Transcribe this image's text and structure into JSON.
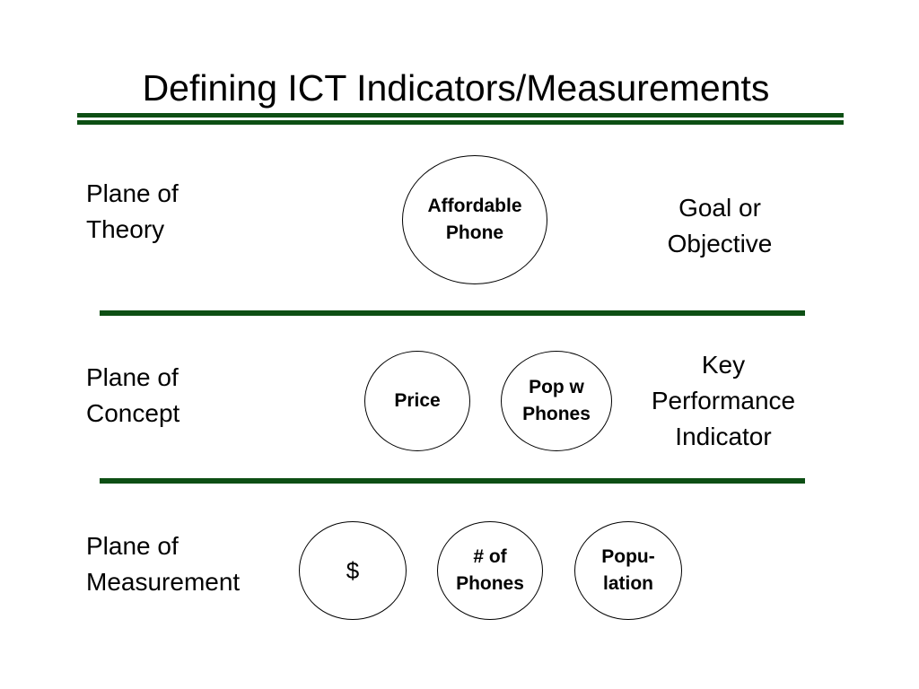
{
  "title": "Defining ICT Indicators/Measurements",
  "planes": {
    "theory": "Plane of\nTheory",
    "concept": "Plane of\nConcept",
    "measurement": "Plane of\nMeasurement"
  },
  "right_labels": {
    "theory": "Goal or\nObjective",
    "concept": "Key\nPerformance\nIndicator"
  },
  "nodes": {
    "affordable_phone": "Affordable\nPhone",
    "price": "Price",
    "pop_w_phones": "Pop w\nPhones",
    "dollar": "$",
    "num_phones": "# of\nPhones",
    "population": "Popu-\nlation"
  },
  "colors": {
    "rule": "#0d4f14"
  }
}
